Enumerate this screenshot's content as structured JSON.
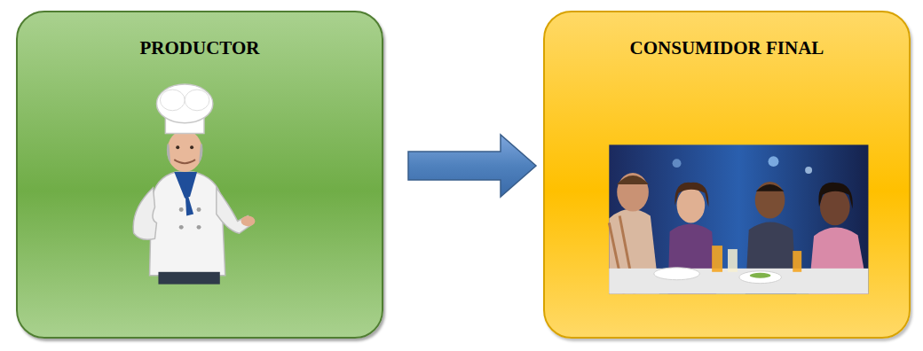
{
  "diagram": {
    "nodes": [
      {
        "text": [
          "PRODUCTOR"
        ]
      },
      {
        "text": [
          "CONSUMIDOR FINAL"
        ]
      }
    ],
    "edges": [
      {
        "from": 0,
        "to": 1,
        "arrow": "to"
      }
    ]
  }
}
